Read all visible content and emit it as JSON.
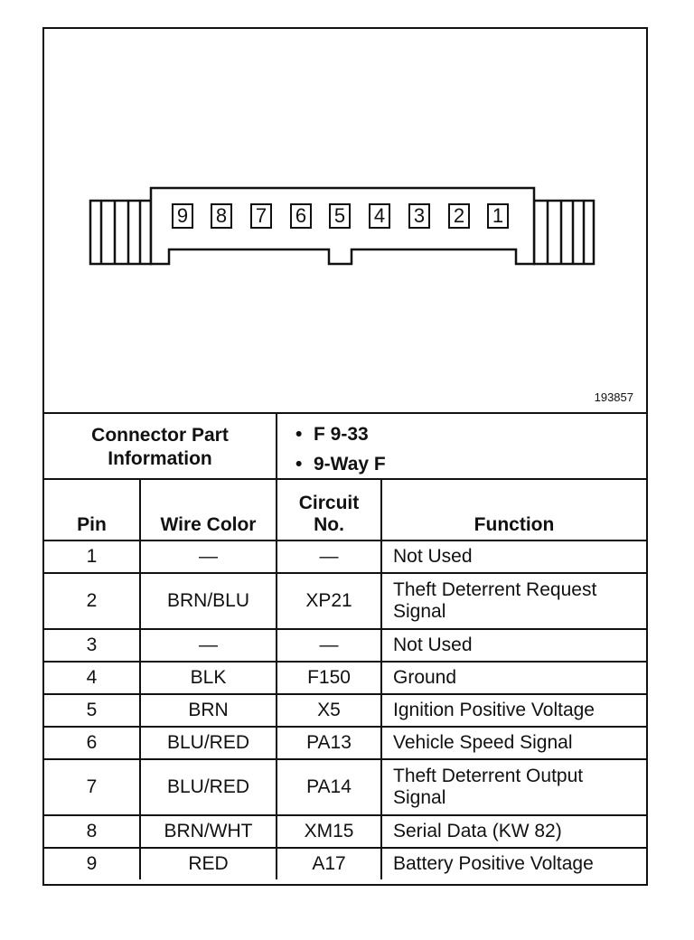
{
  "connector": {
    "pins_shown": [
      "9",
      "8",
      "7",
      "6",
      "5",
      "4",
      "3",
      "2",
      "1"
    ],
    "figure_number": "193857"
  },
  "info": {
    "label_line1": "Connector Part",
    "label_line2": "Information",
    "items": [
      "F 9-33",
      "9-Way F"
    ],
    "bullet": "•"
  },
  "table": {
    "headers": {
      "pin": "Pin",
      "wire_color": "Wire Color",
      "circuit_line1": "Circuit",
      "circuit_line2": "No.",
      "function": "Function"
    },
    "rows": [
      {
        "pin": "1",
        "wire": "—",
        "circuit": "—",
        "function": "Not Used"
      },
      {
        "pin": "2",
        "wire": "BRN/BLU",
        "circuit": "XP21",
        "function": "Theft Deterrent Request Signal"
      },
      {
        "pin": "3",
        "wire": "—",
        "circuit": "—",
        "function": "Not Used"
      },
      {
        "pin": "4",
        "wire": "BLK",
        "circuit": "F150",
        "function": "Ground"
      },
      {
        "pin": "5",
        "wire": "BRN",
        "circuit": "X5",
        "function": "Ignition Positive Voltage"
      },
      {
        "pin": "6",
        "wire": "BLU/RED",
        "circuit": "PA13",
        "function": "Vehicle Speed Signal"
      },
      {
        "pin": "7",
        "wire": "BLU/RED",
        "circuit": "PA14",
        "function": "Theft Deterrent Output Signal"
      },
      {
        "pin": "8",
        "wire": "BRN/WHT",
        "circuit": "XM15",
        "function": "Serial Data (KW 82)"
      },
      {
        "pin": "9",
        "wire": "RED",
        "circuit": "A17",
        "function": "Battery Positive Voltage"
      }
    ]
  }
}
